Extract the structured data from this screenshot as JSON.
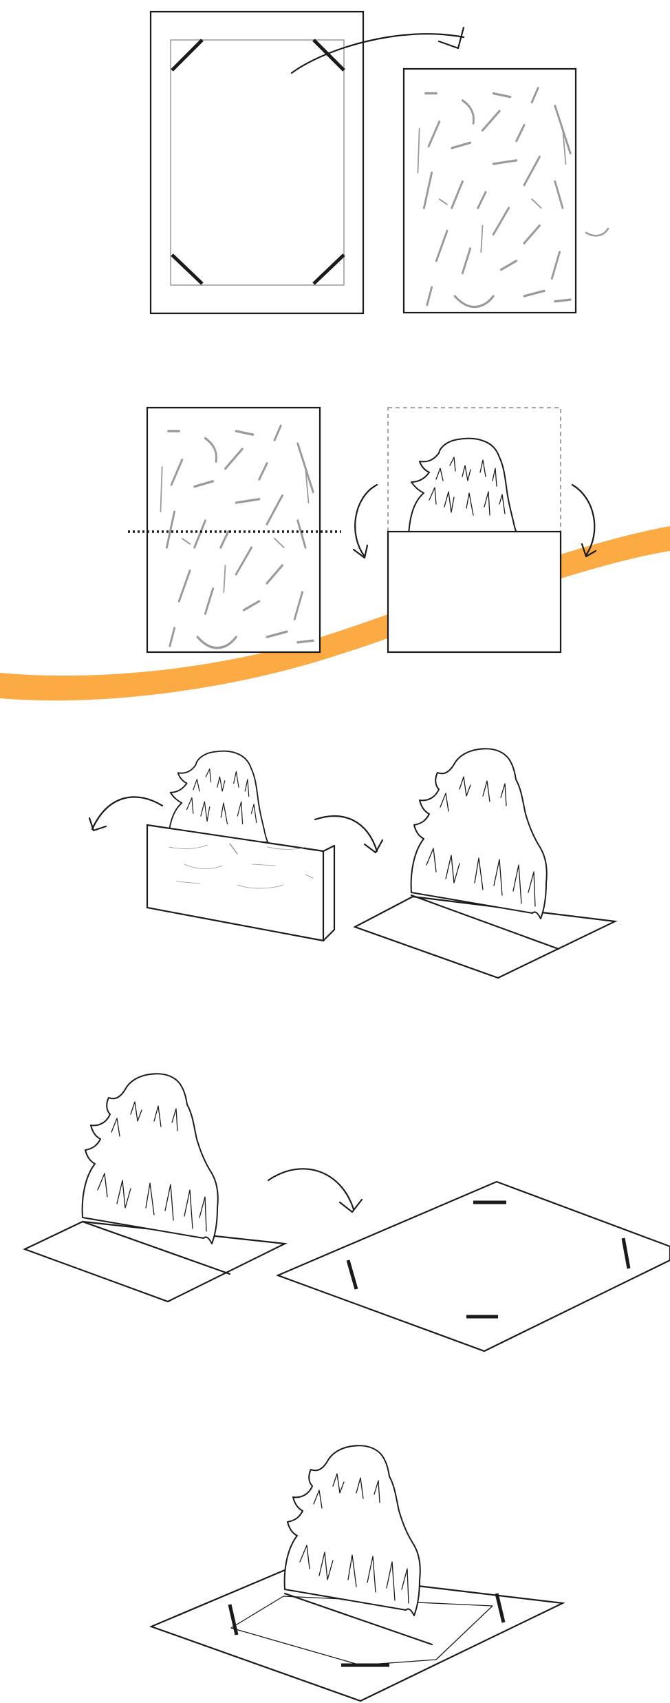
{
  "diagram": {
    "steps": [
      {
        "id": "step-1"
      },
      {
        "id": "step-2"
      },
      {
        "id": "step-3"
      },
      {
        "id": "step-4"
      },
      {
        "id": "step-5"
      }
    ],
    "colors": {
      "ink": "#1a1a1a",
      "texture": "#9a9a9a",
      "accent_band": "#FBAA44",
      "background": "#ffffff"
    },
    "icons": [
      "curved-arrow-icon",
      "fur-cutout-icon",
      "corner-tab-icon",
      "cut-line-icon"
    ]
  }
}
